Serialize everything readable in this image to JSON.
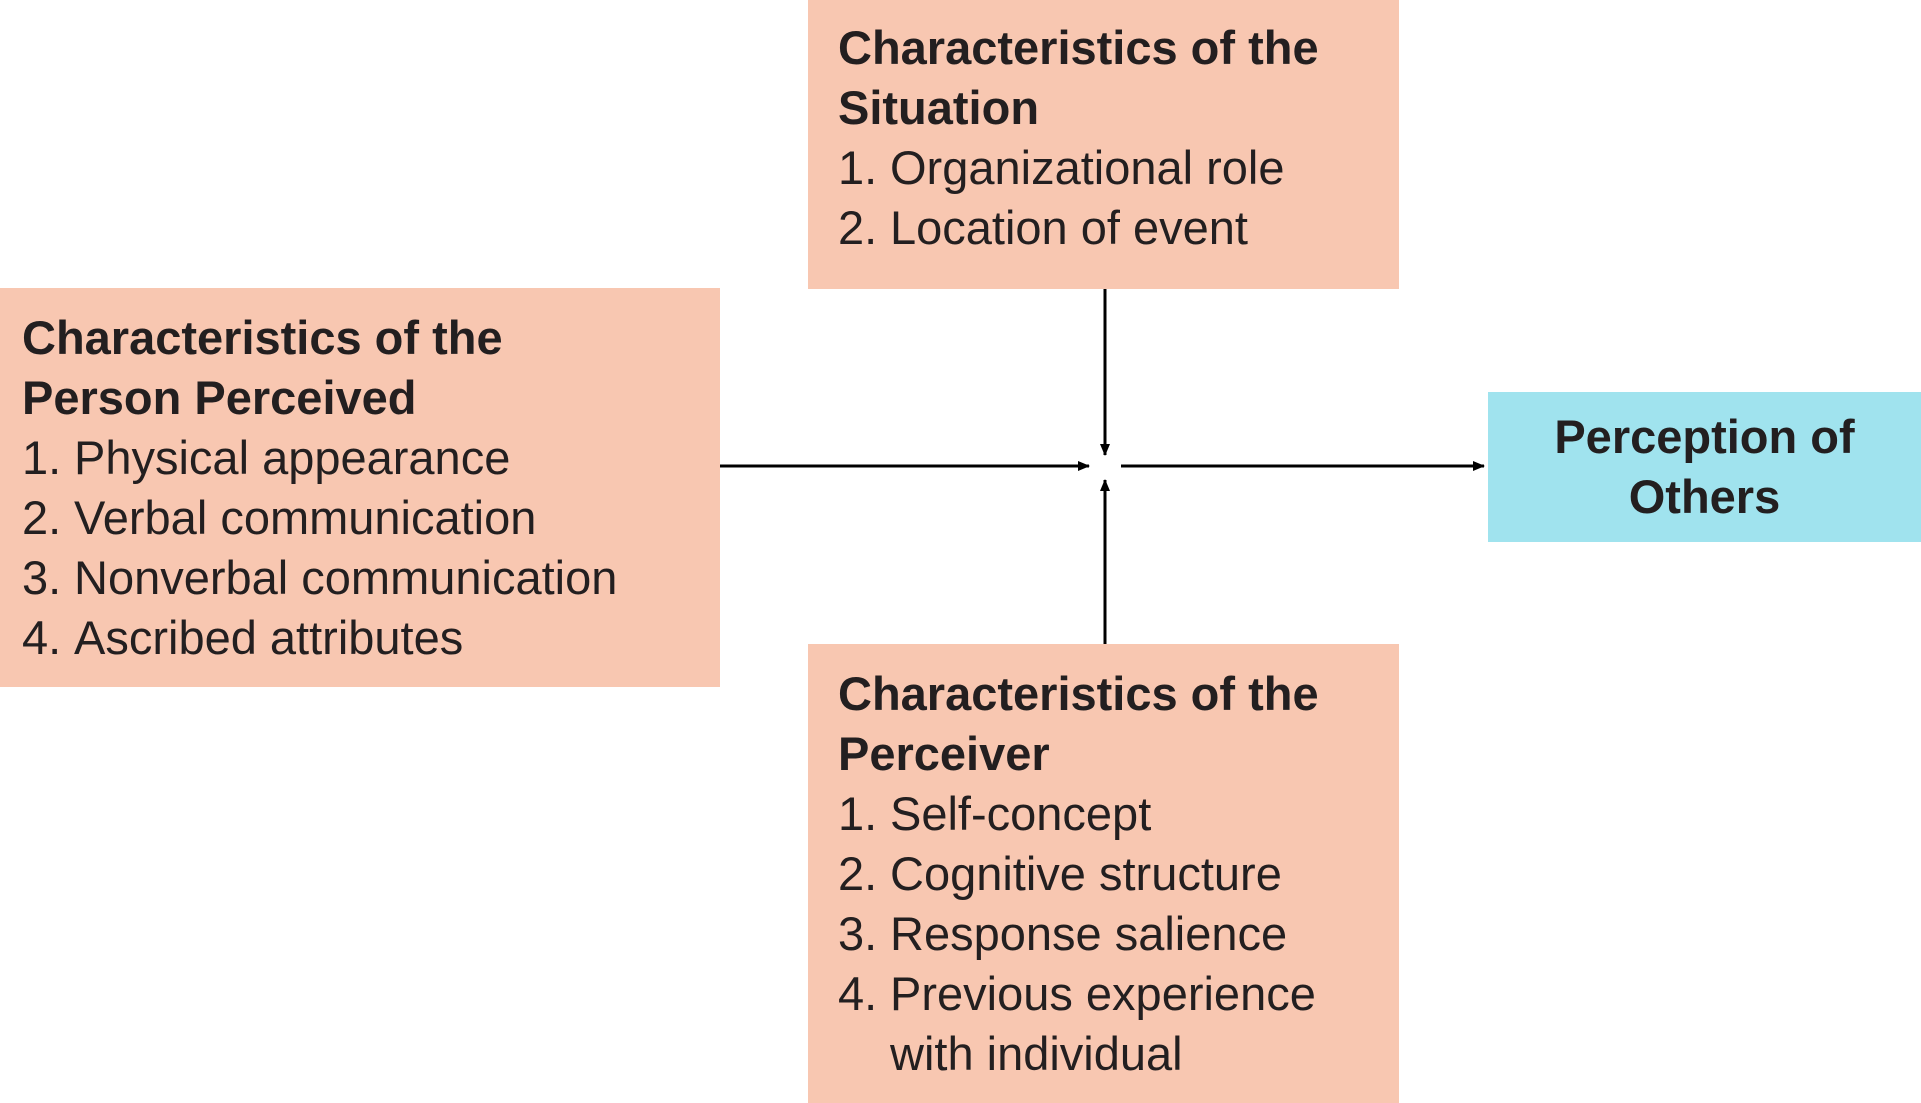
{
  "situation": {
    "title": "Characteristics of the Situation",
    "items": [
      {
        "num": "1.",
        "text": "Organizational role"
      },
      {
        "num": "2.",
        "text": "Location of event"
      }
    ]
  },
  "person": {
    "title": "Characteristics of the Person Perceived",
    "items": [
      {
        "num": "1.",
        "text": "Physical appearance"
      },
      {
        "num": "2.",
        "text": "Verbal communication"
      },
      {
        "num": "3.",
        "text": "Nonverbal communication"
      },
      {
        "num": "4.",
        "text": "Ascribed attributes"
      }
    ]
  },
  "perceiver": {
    "title": "Characteristics of the Perceiver",
    "items": [
      {
        "num": "1.",
        "text": "Self-concept"
      },
      {
        "num": "2.",
        "text": "Cognitive structure"
      },
      {
        "num": "3.",
        "text": "Response salience"
      },
      {
        "num": "4.",
        "text": "Previous experience with individual"
      }
    ]
  },
  "result": {
    "title": "Perception of Others"
  },
  "colors": {
    "input_box": "#f8c7b1",
    "result_box": "#a0e3ee",
    "arrow": "#000000",
    "text": "#231f20"
  }
}
